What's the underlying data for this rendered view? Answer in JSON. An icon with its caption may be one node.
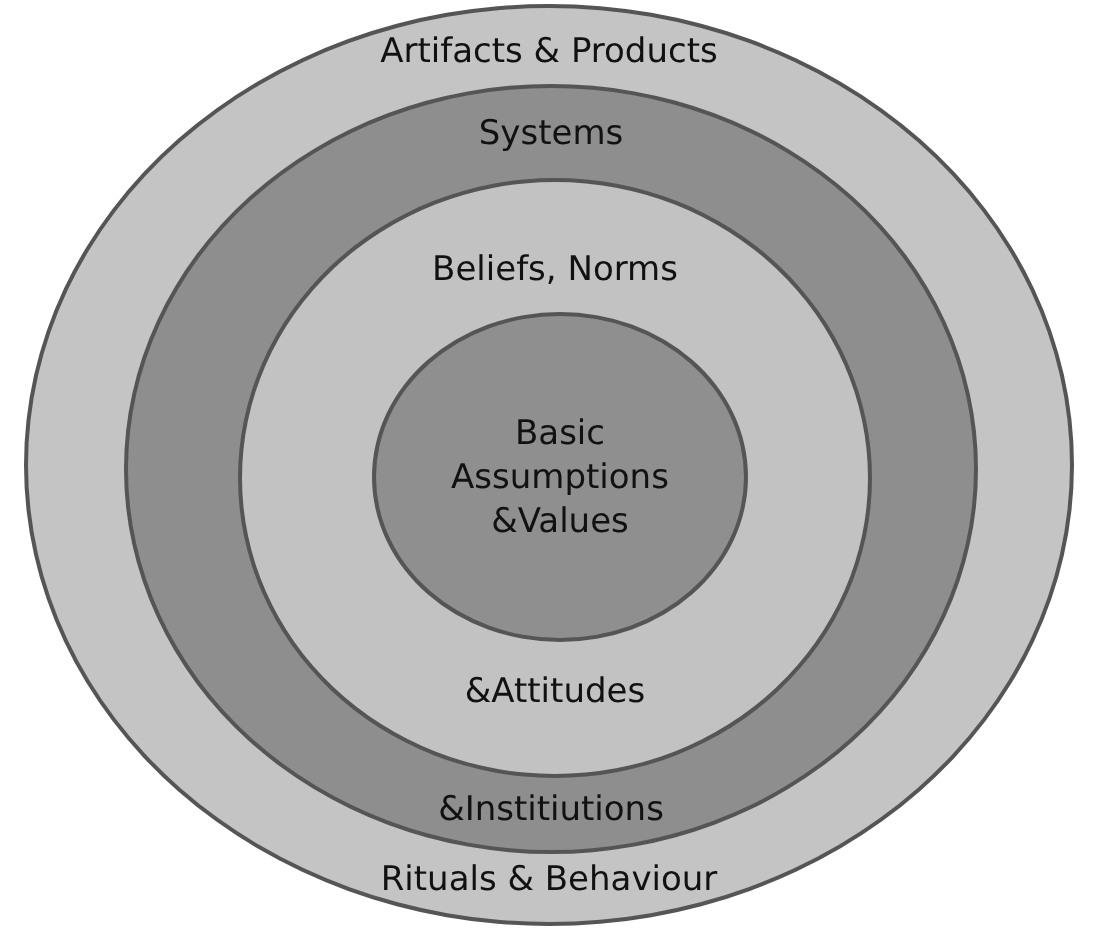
{
  "diagram": {
    "nodes": [
      {
        "text": [
          "Artifacts & Products",
          "Rituals & Behaviour"
        ]
      },
      {
        "text": [
          "Systems",
          "&Institiutions"
        ],
        "in": 0
      },
      {
        "text": [
          "Beliefs, Norms",
          "&Attitudes"
        ],
        "in": 1
      },
      {
        "text": [
          "Basic Assumptions &Values"
        ],
        "in": 2
      }
    ]
  }
}
